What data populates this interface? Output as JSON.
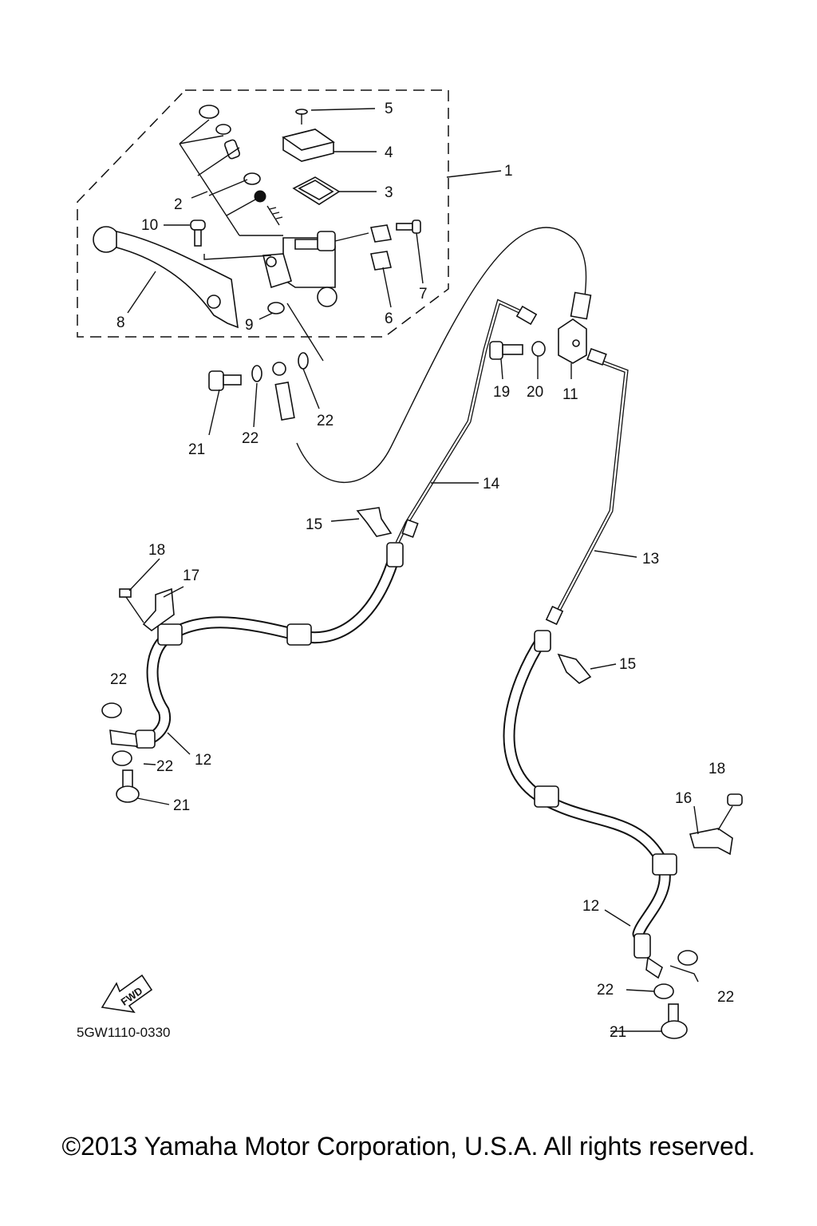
{
  "diagram_code": "5GW1110-0330",
  "copyright": "©2013 Yamaha Motor Corporation, U.S.A. All rights reserved.",
  "fwd_arrow_text": "FWD",
  "labels": {
    "p1": "1",
    "p2": "2",
    "p3": "3",
    "p4": "4",
    "p5": "5",
    "p6": "6",
    "p7": "7",
    "p8": "8",
    "p9": "9",
    "p10": "10",
    "p11": "11",
    "p12a": "12",
    "p12b": "12",
    "p13": "13",
    "p14": "14",
    "p15a": "15",
    "p15b": "15",
    "p16": "16",
    "p17": "17",
    "p18a": "18",
    "p18b": "18",
    "p19": "19",
    "p20": "20",
    "p21a": "21",
    "p21b": "21",
    "p21c": "21",
    "p22a": "22",
    "p22b": "22",
    "p22c": "22",
    "p22d": "22",
    "p22e": "22",
    "p22f": "22"
  }
}
